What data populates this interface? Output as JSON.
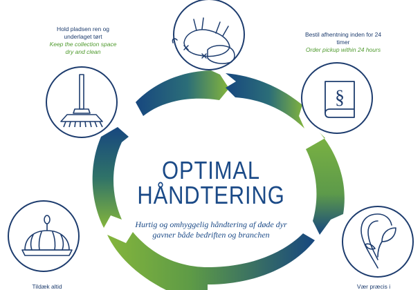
{
  "center": {
    "title_line1": "OPTIMAL",
    "title_line2": "HÅNDTERING",
    "subtitle": "Hurtig og omhyggelig håndtering af døde dyr gavner både bedriften og branchen"
  },
  "steps": [
    {
      "id": "clean",
      "icon": "broom-icon",
      "danish": "Hold pladsen ren og underlaget tørt",
      "english": "Keep the collection space dry and clean"
    },
    {
      "id": "animals",
      "icon": "dead-animals-icon",
      "danish": "",
      "english": ""
    },
    {
      "id": "pickup",
      "icon": "law-book-icon",
      "danish": "Bestil afhentning inden for 24 timer",
      "english": "Order pickup within 24 hours"
    },
    {
      "id": "cover",
      "icon": "cover-lid-icon",
      "danish": "Tildæk altid",
      "english": ""
    },
    {
      "id": "location",
      "icon": "location-leaf-icon",
      "danish": "Vær præcis i",
      "english": ""
    }
  ],
  "colors": {
    "navy": "#1b4a87",
    "green": "#7cb342",
    "icon_stroke": "#1d3c6e",
    "english_text": "#4f9a2e"
  }
}
